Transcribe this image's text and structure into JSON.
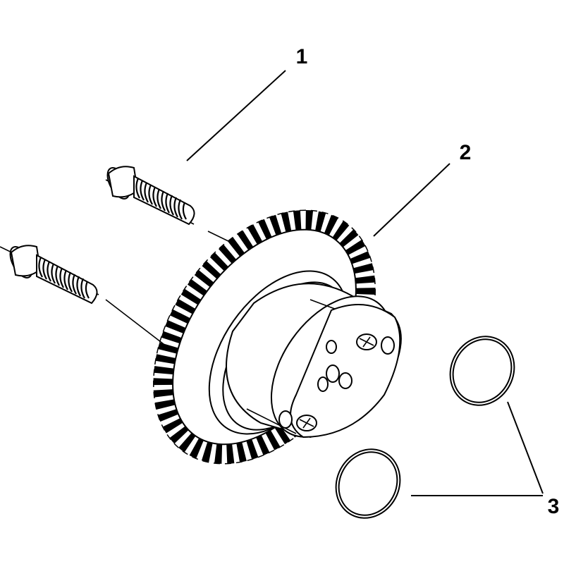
{
  "diagram": {
    "callouts": [
      {
        "id": "1",
        "label": "1"
      },
      {
        "id": "2",
        "label": "2"
      },
      {
        "id": "3",
        "label": "3"
      }
    ],
    "parts": [
      {
        "callout": "1",
        "icon": "countersunk-screw-icon",
        "count": 2
      },
      {
        "callout": "2",
        "icon": "gear-pump-assembly-icon",
        "count": 1
      },
      {
        "callout": "3",
        "icon": "o-ring-icon",
        "count": 2
      }
    ],
    "colors": {
      "line": "#000000",
      "background": "#ffffff"
    }
  }
}
